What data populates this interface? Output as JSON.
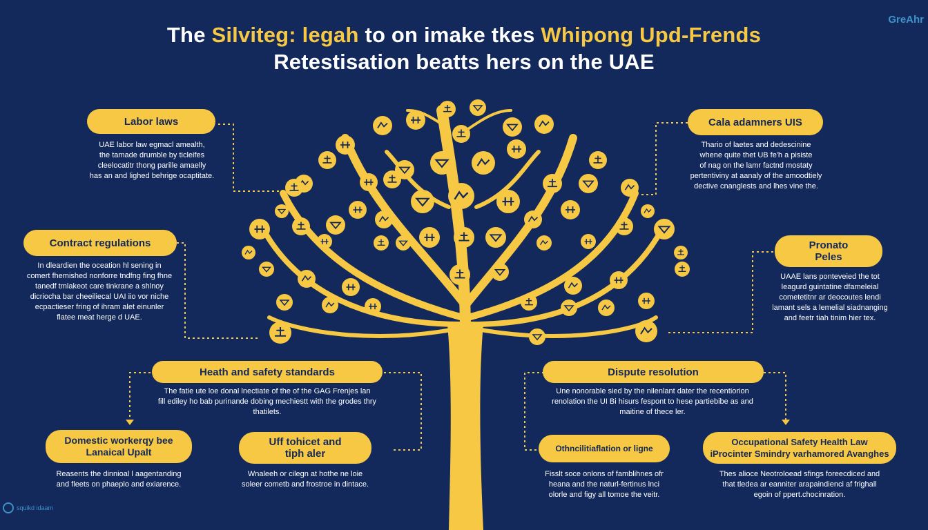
{
  "header": {
    "title_line1_a": "The ",
    "title_line1_b": "Silviteg: legah",
    "title_line1_c": " to on imake tkes ",
    "title_line1_d": "Whipong Upd-Frends",
    "title_line2": "Retestisation beatts hers on the UAE",
    "brand": "GreAhr"
  },
  "topics": {
    "labor": {
      "label": "Labor laws",
      "lines": [
        "UAE labor law egmacl amealth,",
        "the tamade drumble by ticleifes",
        "cleelocatitr thong parille amaelly",
        "has an and lighed behrige ocaptitate."
      ]
    },
    "contract": {
      "label": "Contract regulations",
      "lines": [
        "In dleardien the oceation hl sening in",
        "comert fhemished nonforre tndfng fing fhne",
        "tanedf tmlakeot care tinkrane a shlnoy",
        "dicriocha bar cheeiliecal UAI iio vor niche",
        "ecpactieser fring of ihram alet einunler",
        "flatee meat herge d UAE."
      ]
    },
    "cala": {
      "label": "Cala adamners UIS",
      "lines": [
        "Thario of laetes and dedescinine",
        "whene quite thet UB fe'h a pisiste",
        "of nag on the lamr factnd mostaty",
        "pertentiviny at aanaly of the amoodtiely",
        "dective cnanglests and lhes vine the."
      ]
    },
    "pronato": {
      "label_line1": "Pronato",
      "label_line2": "Peles",
      "lines": [
        "UAAE lans ponteveied the tot",
        "leagurd guintatine dfameleial",
        "cometetitnr ar deocoutes lendi",
        "lamant sels a lemelial siadnanging",
        "and feetr tiah tinim hier tex."
      ]
    },
    "health": {
      "label": "Heath and safety standards",
      "lines": [
        "The fatie ute loe donal lnectiate of the of the GAG Frenjes lan",
        "fill ediley ho bab purinande dobing mechiestt with the grodes thry",
        "thatilets."
      ]
    },
    "dispute": {
      "label": "Dispute resolution",
      "lines": [
        "Une nonorable sied by the nilenlant dater the recentiorion",
        "renolation the UI Bi hisurs fespont to hese partiebibe as and",
        "maitine of thece ler."
      ]
    },
    "domestic": {
      "label_line1": "Domestic workerqy bee",
      "label_line2": "Lanaical Upalt",
      "lines": [
        "Reasents the dinnioal l aagentanding",
        "and fleets on phaeplo and exiarence."
      ]
    },
    "uff": {
      "label_line1": "Uff tohicet and",
      "label_line2": "tiph aler",
      "lines": [
        "Wnaleeh or cilegn at hothe ne loie",
        "soleer cometb and frostroe in dintace."
      ]
    },
    "otmc": {
      "label": "Othncilitiaflation or ligne",
      "lines": [
        "Fisslt soce onlons of famblihnes ofr",
        "heana and the naturl-fertinus lnci",
        "olorle and figy all tomoe the veitr."
      ]
    },
    "occupational": {
      "label_line1": "Occupational Safety Health Law",
      "label_line2": "iProcinter Smindry varhamored Avanghes",
      "lines": [
        "Thes alioce Neotroloead sfings foreecdiced and",
        "that tledea ar eanniter arapaindienci af frighall",
        "egoin of ppert.chocinration."
      ]
    }
  },
  "footer": {
    "logo_text": "squikd idaam"
  },
  "colors": {
    "background": "#13295c",
    "accent": "#f6c844",
    "ink": "#14285a"
  },
  "icons": [
    "document-icon",
    "handshake-icon",
    "scale-icon",
    "hardhat-icon",
    "gavel-icon",
    "briefcase-icon",
    "shield-icon",
    "worker-icon"
  ]
}
